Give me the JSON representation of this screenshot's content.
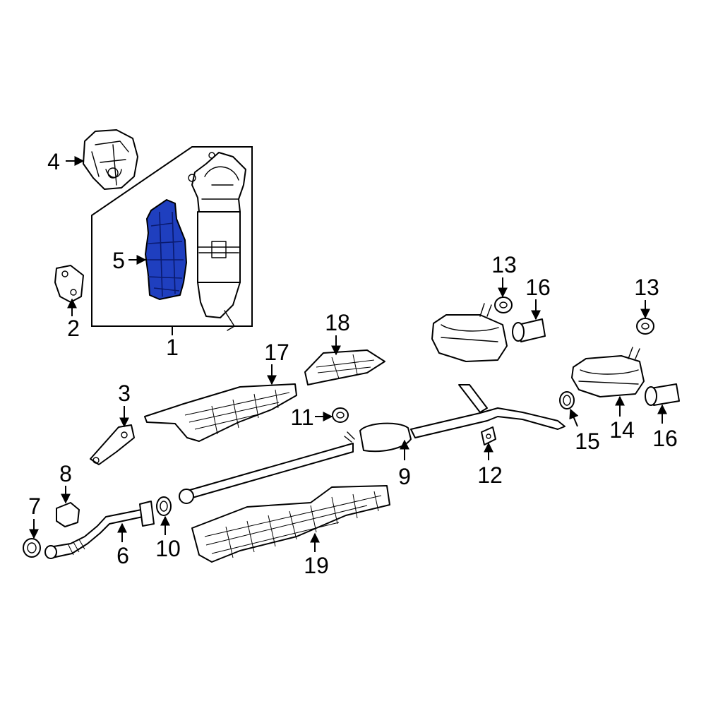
{
  "highlight_color": "#1f3fbf",
  "callouts": [
    {
      "id": "1",
      "label": "1"
    },
    {
      "id": "2",
      "label": "2"
    },
    {
      "id": "3",
      "label": "3"
    },
    {
      "id": "4",
      "label": "4"
    },
    {
      "id": "5",
      "label": "5"
    },
    {
      "id": "6",
      "label": "6"
    },
    {
      "id": "7",
      "label": "7"
    },
    {
      "id": "8",
      "label": "8"
    },
    {
      "id": "9",
      "label": "9"
    },
    {
      "id": "10",
      "label": "10"
    },
    {
      "id": "11",
      "label": "11"
    },
    {
      "id": "12",
      "label": "12"
    },
    {
      "id": "13a",
      "label": "13"
    },
    {
      "id": "13b",
      "label": "13"
    },
    {
      "id": "14",
      "label": "14"
    },
    {
      "id": "15",
      "label": "15"
    },
    {
      "id": "16a",
      "label": "16"
    },
    {
      "id": "16b",
      "label": "16"
    },
    {
      "id": "17",
      "label": "17"
    },
    {
      "id": "18",
      "label": "18"
    },
    {
      "id": "19",
      "label": "19"
    }
  ]
}
